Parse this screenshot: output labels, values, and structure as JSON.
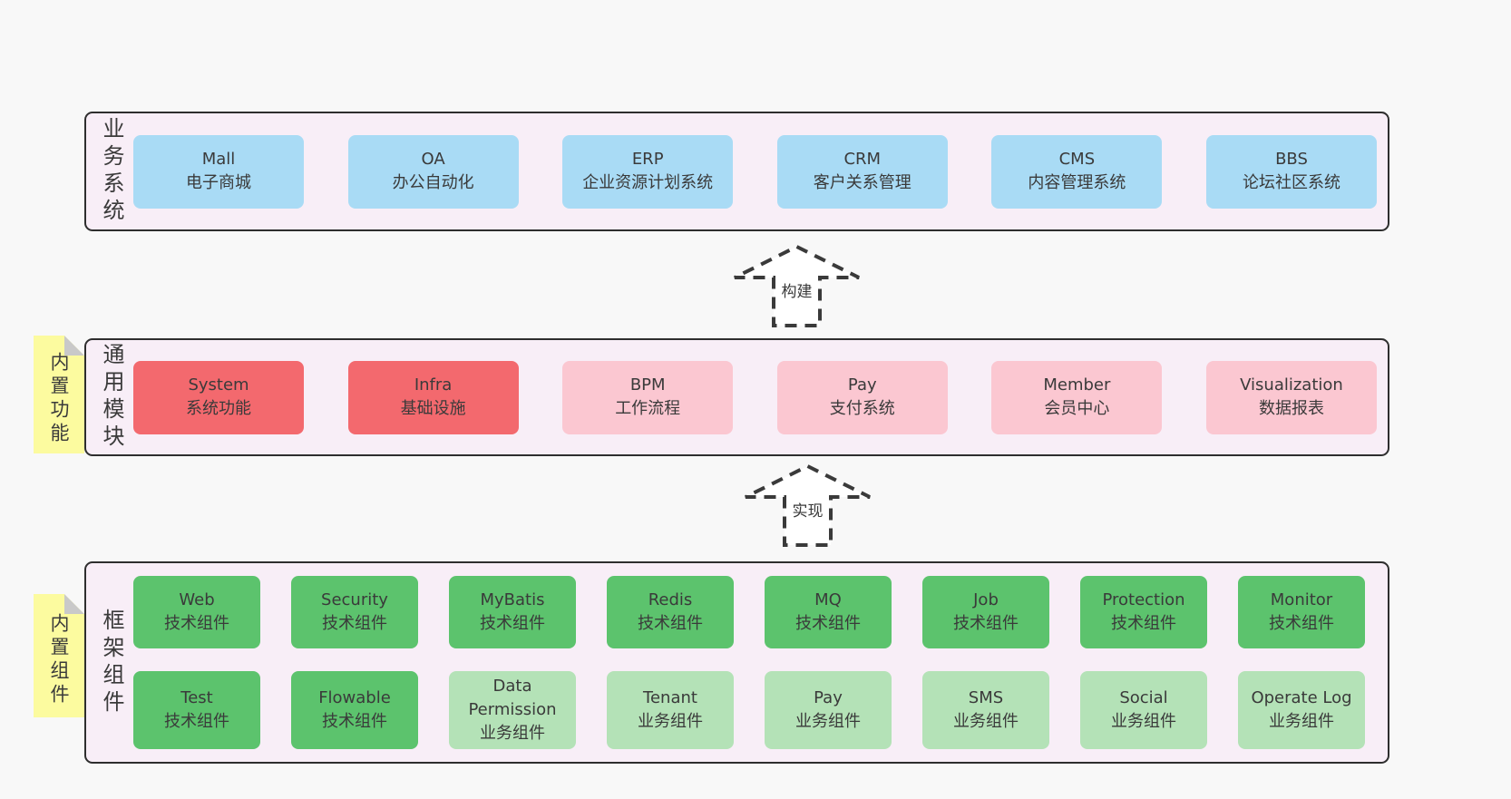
{
  "colors": {
    "bg": "#f8f8f8",
    "container_fill": "#f8eef7",
    "container_border": "#2e2e2e",
    "text": "#3a3a3a",
    "blue": "#a9dbf5",
    "red": "#f3696e",
    "pink": "#fbc7d1",
    "green": "#5cc36d",
    "green_light": "#b4e2b7",
    "yellow": "#fcfb9f",
    "fold": "#c9c9c9"
  },
  "layers": [
    {
      "label": "业务系统",
      "sticky": null,
      "rows": [
        [
          {
            "name": "Mall",
            "desc": "电子商城",
            "variant": "blue"
          },
          {
            "name": "OA",
            "desc": "办公自动化",
            "variant": "blue"
          },
          {
            "name": "ERP",
            "desc": "企业资源计划系统",
            "variant": "blue"
          },
          {
            "name": "CRM",
            "desc": "客户关系管理",
            "variant": "blue"
          },
          {
            "name": "CMS",
            "desc": "内容管理系统",
            "variant": "blue"
          },
          {
            "name": "BBS",
            "desc": "论坛社区系统",
            "variant": "blue"
          }
        ]
      ]
    },
    {
      "label": "通用模块",
      "sticky": "内置功能",
      "rows": [
        [
          {
            "name": "System",
            "desc": "系统功能",
            "variant": "red"
          },
          {
            "name": "Infra",
            "desc": "基础设施",
            "variant": "red"
          },
          {
            "name": "BPM",
            "desc": "工作流程",
            "variant": "pink"
          },
          {
            "name": "Pay",
            "desc": "支付系统",
            "variant": "pink"
          },
          {
            "name": "Member",
            "desc": "会员中心",
            "variant": "pink"
          },
          {
            "name": "Visualization",
            "desc": "数据报表",
            "variant": "pink"
          }
        ]
      ]
    },
    {
      "label": "框架组件",
      "sticky": "内置组件",
      "rows": [
        [
          {
            "name": "Web",
            "desc": "技术组件",
            "variant": "green"
          },
          {
            "name": "Security",
            "desc": "技术组件",
            "variant": "green"
          },
          {
            "name": "MyBatis",
            "desc": "技术组件",
            "variant": "green"
          },
          {
            "name": "Redis",
            "desc": "技术组件",
            "variant": "green"
          },
          {
            "name": "MQ",
            "desc": "技术组件",
            "variant": "green"
          },
          {
            "name": "Job",
            "desc": "技术组件",
            "variant": "green"
          },
          {
            "name": "Protection",
            "desc": "技术组件",
            "variant": "green"
          },
          {
            "name": "Monitor",
            "desc": "技术组件",
            "variant": "green"
          }
        ],
        [
          {
            "name": "Test",
            "desc": "技术组件",
            "variant": "green"
          },
          {
            "name": "Flowable",
            "desc": "技术组件",
            "variant": "green"
          },
          {
            "name": "Data Permission",
            "desc": "业务组件",
            "variant": "green-light"
          },
          {
            "name": "Tenant",
            "desc": "业务组件",
            "variant": "green-light"
          },
          {
            "name": "Pay",
            "desc": "业务组件",
            "variant": "green-light"
          },
          {
            "name": "SMS",
            "desc": "业务组件",
            "variant": "green-light"
          },
          {
            "name": "Social",
            "desc": "业务组件",
            "variant": "green-light"
          },
          {
            "name": "Operate Log",
            "desc": "业务组件",
            "variant": "green-light"
          }
        ]
      ]
    }
  ],
  "arrows": [
    {
      "label": "构建"
    },
    {
      "label": "实现"
    }
  ]
}
